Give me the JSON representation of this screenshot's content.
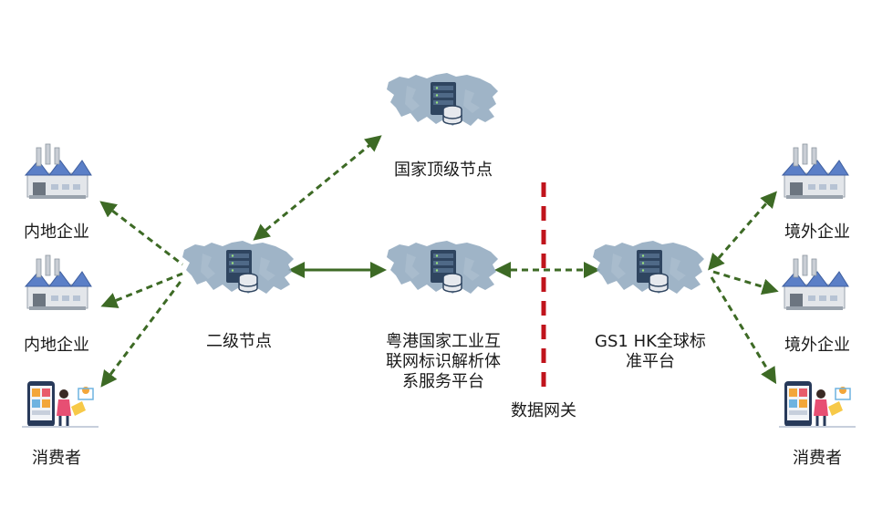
{
  "nodes": {
    "top": "国家顶级节点",
    "secondary": "二级节点",
    "gd_hk": "粤港国家工业互联网标识解析体系服务平台",
    "gs1": "GS1 HK全球标准平台"
  },
  "gateway": "数据网关",
  "left": {
    "enterprise1": "内地企业",
    "enterprise2": "内地企业",
    "consumer": "消费者"
  },
  "right": {
    "enterprise1": "境外企业",
    "enterprise2": "境外企业",
    "consumer": "消费者"
  },
  "colors": {
    "arrow": "#3d6a25",
    "gateway_line": "#c0141c",
    "map": "#8ea7bd",
    "server": "#2f4560",
    "factory_roof": "#5b7fc7"
  }
}
